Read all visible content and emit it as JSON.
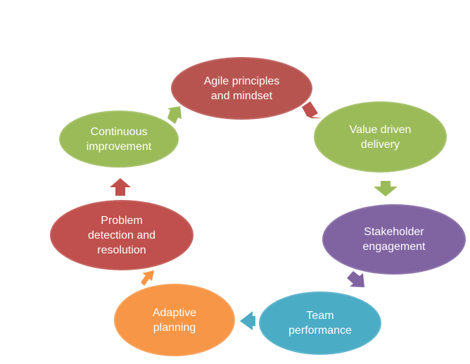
{
  "diagram": {
    "nodes": [
      {
        "id": "agile-principles",
        "line1": "Agile principles",
        "line2": "and mindset",
        "color": "#b85450"
      },
      {
        "id": "value-driven",
        "line1": "Value driven",
        "line2": "delivery",
        "color": "#9bbb59"
      },
      {
        "id": "stakeholder",
        "line1": "Stakeholder",
        "line2": "engagement",
        "color": "#8064a2"
      },
      {
        "id": "team-performance",
        "line1": "Team",
        "line2": "performance",
        "color": "#4bacc6"
      },
      {
        "id": "adaptive-planning",
        "line1": "Adaptive",
        "line2": "planning",
        "color": "#f79646"
      },
      {
        "id": "problem-detection",
        "line1": "Problem",
        "line2": "detection and",
        "line3": "resolution",
        "color": "#c0504d"
      },
      {
        "id": "continuous-improvement",
        "line1": "Continuous",
        "line2": "improvement",
        "color": "#9bbb59"
      }
    ],
    "arrow_colors": {
      "a1": "#c0504d",
      "a2": "#9bbb59",
      "a3": "#8064a2",
      "a4": "#4bacc6",
      "a5": "#f79646",
      "a6": "#c0504d",
      "a7": "#9bbb59"
    }
  }
}
